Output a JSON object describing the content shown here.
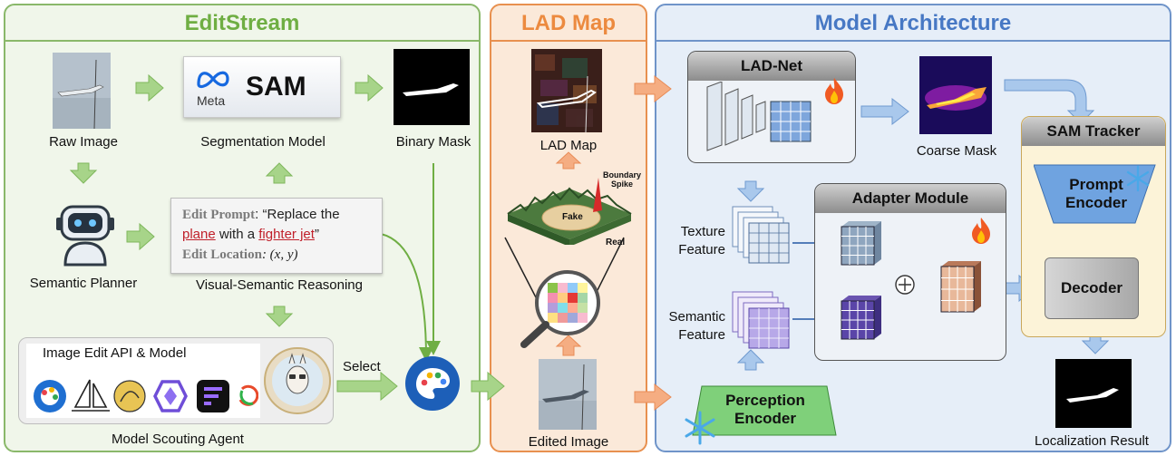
{
  "colors": {
    "editstream_bg": "#f0f6ea",
    "editstream_border": "#8ab86a",
    "editstream_title": "#6fae43",
    "lad_bg": "#fbe9d9",
    "lad_border": "#e8904f",
    "lad_title": "#ec8a3f",
    "arch_bg": "#e6eef8",
    "arch_border": "#6f94c9",
    "arch_title": "#4778c4",
    "green_arrow": "#9ccf7a",
    "orange_arrow": "#f2a373",
    "blue_arrow": "#9cc0e8"
  },
  "editstream": {
    "title": "EditStream",
    "raw_image_label": "Raw Image",
    "sam_brand": "Meta",
    "sam_text": "SAM",
    "segmentation_label": "Segmentation Model",
    "binary_mask_label": "Binary Mask",
    "planner_label": "Semantic Planner",
    "prompt": {
      "edit_prompt_key": "Edit Prompt",
      "text_before": ": “Replace the",
      "word_plane": "plane",
      "text_mid": " with a ",
      "word_jet": "fighter jet",
      "text_end": "”",
      "edit_location_key": "Edit Location",
      "location_value": ": (x, y)"
    },
    "reasoning_label": "Visual-Semantic Reasoning",
    "api_title": "Image Edit API & Model",
    "select_label": "Select",
    "scouting_label": "Model Scouting Agent",
    "icons": [
      "palette-icon",
      "sailboat-icon",
      "midjourney-icon",
      "qwen-icon",
      "flux-icon",
      "cycle-icon",
      "llama-agent-icon"
    ]
  },
  "lad": {
    "title": "LAD Map",
    "lad_map_label": "LAD Map",
    "boundary_label": "Boundary",
    "spike_label": "Spike",
    "fake_label": "Fake",
    "real_label": "Real",
    "edited_label": "Edited Image"
  },
  "arch": {
    "title": "Model Architecture",
    "ladnet_title": "LAD-Net",
    "coarse_mask_label": "Coarse Mask",
    "sam_tracker_title": "SAM Tracker",
    "prompt_encoder_line1": "Prompt",
    "prompt_encoder_line2": "Encoder",
    "decoder_label": "Decoder",
    "adapter_title": "Adapter Module",
    "texture_line1": "Texture",
    "texture_line2": "Feature",
    "semantic_line1": "Semantic",
    "semantic_line2": "Feature",
    "perception_line1": "Perception",
    "perception_line2": "Encoder",
    "localization_label": "Localization Result"
  }
}
